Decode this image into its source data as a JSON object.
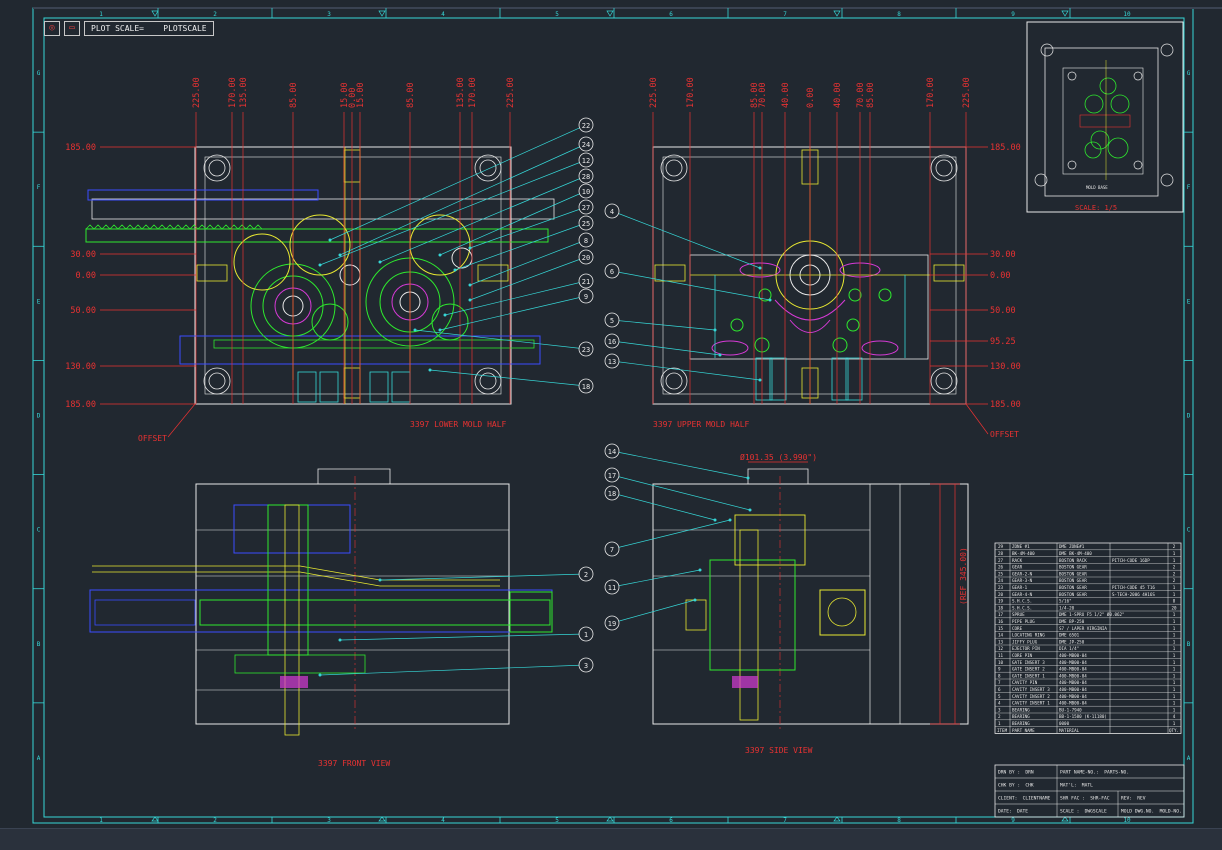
{
  "toolbar": {
    "label": "PLOT SCALE=",
    "value": "PLOTSCALE"
  },
  "border": {
    "col_numbers": [
      "1",
      "2",
      "3",
      "4",
      "5",
      "6",
      "7",
      "8",
      "9",
      "10"
    ],
    "row_letters": [
      "G",
      "F",
      "E",
      "D",
      "C",
      "B",
      "A"
    ]
  },
  "views": {
    "lower_title": "3397 LOWER MOLD HALF",
    "upper_title": "3397 UPPER MOLD HALF",
    "front_title": "3397 FRONT VIEW",
    "side_title": "3397 SIDE VIEW",
    "offset_left": "OFFSET",
    "offset_right": "OFFSET"
  },
  "lower_dims": {
    "top": [
      "225.00",
      "170.00",
      "135.00",
      "85.00",
      "15.00",
      "0.00",
      "15.00",
      "85.00",
      "135.00",
      "170.00",
      "225.00"
    ],
    "left": [
      "185.00",
      "30.00",
      "0.00",
      "50.00",
      "130.00",
      "185.00"
    ]
  },
  "upper_dims": {
    "top": [
      "225.00",
      "170.00",
      "85.00",
      "70.00",
      "40.00",
      "0.00",
      "40.00",
      "70.00",
      "85.00",
      "170.00",
      "225.00"
    ],
    "right": [
      "185.00",
      "30.00",
      "0.00",
      "50.00",
      "95.25",
      "130.00",
      "185.00"
    ]
  },
  "lower_balloons": [
    "22",
    "24",
    "12",
    "28",
    "10",
    "27",
    "25",
    "8",
    "20",
    "21",
    "9",
    "23",
    "18"
  ],
  "upper_balloons": [
    "4",
    "6",
    "5",
    "16",
    "13"
  ],
  "front_balloons": [
    "2",
    "1",
    "3"
  ],
  "side_balloons": [
    "14",
    "17",
    "18",
    "7",
    "11",
    "19"
  ],
  "side_dim_label": "Ø101.35 (3.990\")",
  "side_ref_label": "(REF 345.00)",
  "inset": {
    "scale": "SCALE: 1/5",
    "note": "MOLD BASE"
  },
  "bom": {
    "rows": [
      {
        "item": "29",
        "name": "ZONE #1",
        "mat": "DME ZONE#1",
        "note": "",
        "qty": "2"
      },
      {
        "item": "28",
        "name": "BK-4M-400",
        "mat": "DME BK-4M-400",
        "note": "",
        "qty": "1"
      },
      {
        "item": "27",
        "name": "RACK",
        "mat": "BOSTON RACK",
        "note": "PITCH-CODE 16DP",
        "qty": "1"
      },
      {
        "item": "26",
        "name": "GEAR",
        "mat": "BOSTON GEAR",
        "note": "",
        "qty": "2"
      },
      {
        "item": "25",
        "name": "GEAR-2-N",
        "mat": "BOSTON GEAR",
        "note": "",
        "qty": "2"
      },
      {
        "item": "24",
        "name": "GEAR-3-N",
        "mat": "BOSTON GEAR",
        "note": "",
        "qty": "2"
      },
      {
        "item": "23",
        "name": "GEAR-1",
        "mat": "BOSTON GEAR",
        "note": "PITCH-CODE 45 T16",
        "qty": "1"
      },
      {
        "item": "20",
        "name": "GEAR-4-N",
        "mat": "BOSTON GEAR",
        "note": "S-TECH-2006 4H16S",
        "qty": "1"
      },
      {
        "item": "19",
        "name": "S.H.C.S.",
        "mat": "5/16\"",
        "note": "",
        "qty": "8"
      },
      {
        "item": "18",
        "name": "S.H.C.S.",
        "mat": "1/4-20",
        "note": "",
        "qty": "20"
      },
      {
        "item": "17",
        "name": "SPRUE",
        "mat": "DME 1-SPRU F5 1/2\" Ø0.062\"",
        "note": "",
        "qty": "1"
      },
      {
        "item": "16",
        "name": "PIPE PLUG",
        "mat": "DME BP-250",
        "note": "",
        "qty": "1"
      },
      {
        "item": "15",
        "name": "CORE",
        "mat": "S7 / LAPER VIRGINIA",
        "note": "",
        "qty": "1"
      },
      {
        "item": "14",
        "name": "LOCATING RING",
        "mat": "DME 6501",
        "note": "",
        "qty": "1"
      },
      {
        "item": "13",
        "name": "JIFFY PLUG",
        "mat": "DME JP-250",
        "note": "",
        "qty": "1"
      },
      {
        "item": "12",
        "name": "EJECTOR PIN",
        "mat": "DIA 1/4\"",
        "note": "",
        "qty": "1"
      },
      {
        "item": "11",
        "name": "CORE PIN",
        "mat": "400-MB00-04",
        "note": "",
        "qty": "1"
      },
      {
        "item": "10",
        "name": "GATE INSERT 3",
        "mat": "400-MB00-04",
        "note": "",
        "qty": "1"
      },
      {
        "item": "9",
        "name": "GATE INSERT 2",
        "mat": "400-MB00-04",
        "note": "",
        "qty": "1"
      },
      {
        "item": "8",
        "name": "GATE INSERT 1",
        "mat": "400-MB00-04",
        "note": "",
        "qty": "1"
      },
      {
        "item": "7",
        "name": "CAVITY PIN",
        "mat": "400-MB00-04",
        "note": "",
        "qty": "1"
      },
      {
        "item": "6",
        "name": "CAVITY INSERT 3",
        "mat": "400-MB00-04",
        "note": "",
        "qty": "1"
      },
      {
        "item": "5",
        "name": "CAVITY INSERT 2",
        "mat": "400-MB00-04",
        "note": "",
        "qty": "1"
      },
      {
        "item": "4",
        "name": "CAVITY INSERT 1",
        "mat": "400-MB00-04",
        "note": "",
        "qty": "1"
      },
      {
        "item": "3",
        "name": "BEARING",
        "mat": "BU-1-7940",
        "note": "",
        "qty": "1"
      },
      {
        "item": "2",
        "name": "BEARING",
        "mat": "BB-1-1580 (K-11180)",
        "note": "",
        "qty": "4"
      },
      {
        "item": "1",
        "name": "BEARING",
        "mat": "0000",
        "note": "",
        "qty": "1"
      }
    ],
    "header": {
      "item": "ITEM",
      "name": "PART NAME",
      "mat": "MATERIAL",
      "qty": "QTY."
    }
  },
  "titleblock": {
    "drn_label": "DRN BY :",
    "drn_val": "DRN",
    "chk_label": "CHK BY :",
    "chk_val": "CHK",
    "client_label": "CLIENT:",
    "client_val": "CLIENTNAME",
    "date_label": "DATE:",
    "date_val": "DATE",
    "partname_label": "PART NAME-NO.:",
    "partname_val": "PARTS-NO.",
    "matl_label": "MAT'L:",
    "matl_val": "MATL",
    "shrfac_label": "SHR FAC :",
    "shrfac_val": "SHR-FAC",
    "rev_label": "REV:",
    "rev_val": "REV",
    "scale_label": "SCALE :",
    "scale_val": "DWGSCALE",
    "moldno_label": "MOLD DWG.NO.",
    "moldno_val": "MOLD-NO."
  }
}
